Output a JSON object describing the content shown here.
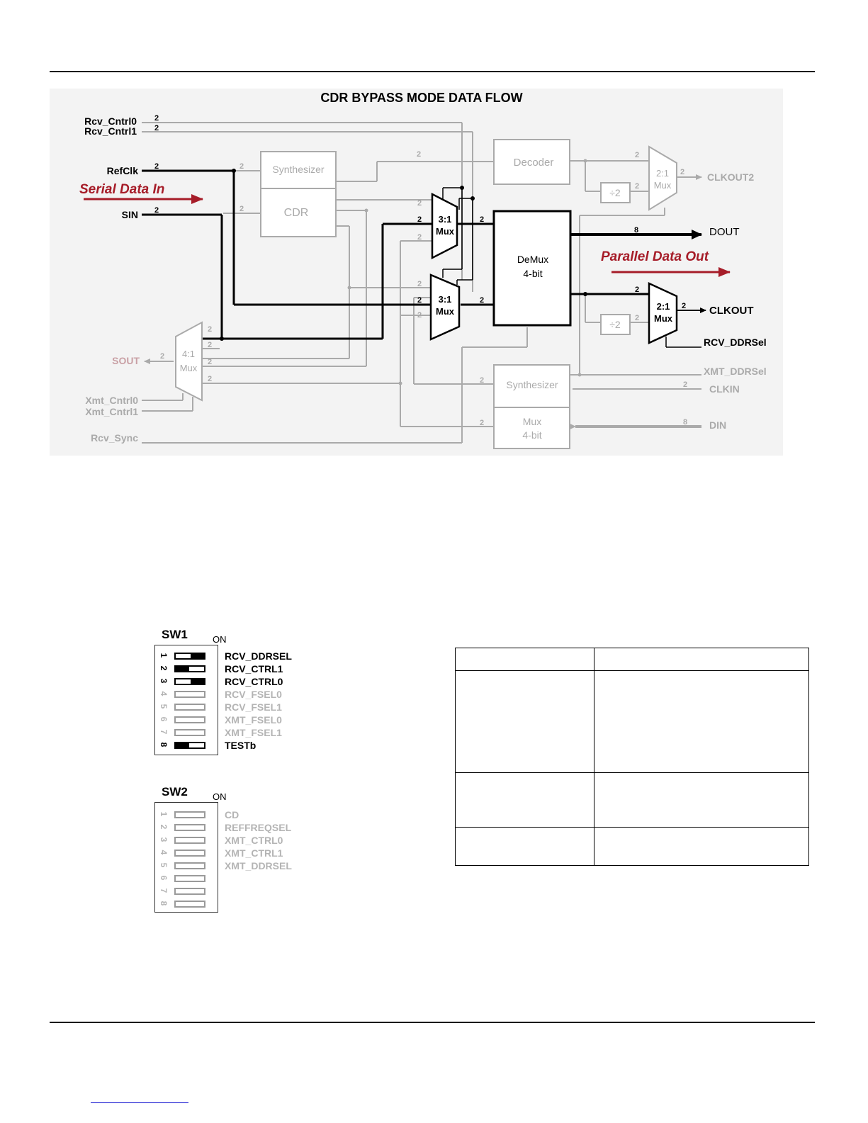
{
  "diagram": {
    "title": "CDR BYPASS MODE DATA FLOW",
    "signals": {
      "rcv_cntrl0": "Rcv_Cntrl0",
      "rcv_cntrl1": "Rcv_Cntrl1",
      "refclk": "RefClk",
      "serial_data_in": "Serial Data In",
      "sin": "SIN",
      "sout": "SOUT",
      "xmt_cntrl0": "Xmt_Cntrl0",
      "xmt_cntrl1": "Xmt_Cntrl1",
      "rcv_sync": "Rcv_Sync",
      "clkout2": "CLKOUT2",
      "dout": "DOUT",
      "parallel_data_out": "Parallel Data Out",
      "clkout": "CLKOUT",
      "rcv_ddrsel": "RCV_DDRSel",
      "xmt_ddrsel": "XMT_DDRSel",
      "clkin": "CLKIN",
      "din": "DIN"
    },
    "blocks": {
      "synthesizer_top": "Synthesizer",
      "cdr": "CDR",
      "decoder": "Decoder",
      "mux2_top": [
        "2:1",
        "Mux"
      ],
      "div2": "÷2",
      "mux3_top": [
        "3:1",
        "Mux"
      ],
      "mux3_bottom": [
        "3:1",
        "Mux"
      ],
      "demux": [
        "DeMux",
        "4-bit"
      ],
      "mux2_bottom": [
        "2:1",
        "Mux"
      ],
      "mux4": [
        "4:1",
        "Mux"
      ],
      "synthesizer_bottom": "Synthesizer",
      "mux4bit": [
        "Mux",
        "4-bit"
      ]
    },
    "bus_width_2": "2",
    "bus_width_8": "8",
    "colors": {
      "active": "#000000",
      "inactive": "#aaaaaa",
      "highlight": "#a61c28"
    }
  },
  "switches": {
    "on_label": "ON",
    "sw1": {
      "title": "SW1",
      "rows": [
        {
          "num": "1",
          "label": "RCV_DDRSEL",
          "state": "on",
          "active": true
        },
        {
          "num": "2",
          "label": "RCV_CTRL1",
          "state": "off",
          "active": true
        },
        {
          "num": "3",
          "label": "RCV_CTRL0",
          "state": "on",
          "active": true
        },
        {
          "num": "4",
          "label": "RCV_FSEL0",
          "state": "none",
          "active": false
        },
        {
          "num": "5",
          "label": "RCV_FSEL1",
          "state": "none",
          "active": false
        },
        {
          "num": "6",
          "label": "XMT_FSEL0",
          "state": "none",
          "active": false
        },
        {
          "num": "7",
          "label": "XMT_FSEL1",
          "state": "none",
          "active": false
        },
        {
          "num": "8",
          "label": "TESTb",
          "state": "off",
          "active": true
        }
      ]
    },
    "sw2": {
      "title": "SW2",
      "rows": [
        {
          "num": "1",
          "label": "CD",
          "state": "none",
          "active": false
        },
        {
          "num": "2",
          "label": "REFFREQSEL",
          "state": "none",
          "active": false
        },
        {
          "num": "3",
          "label": "XMT_CTRL0",
          "state": "none",
          "active": false
        },
        {
          "num": "4",
          "label": "XMT_CTRL1",
          "state": "none",
          "active": false
        },
        {
          "num": "5",
          "label": "XMT_DDRSEL",
          "state": "none",
          "active": false
        },
        {
          "num": "6",
          "label": "",
          "state": "none",
          "active": false
        },
        {
          "num": "7",
          "label": "",
          "state": "none",
          "active": false
        },
        {
          "num": "8",
          "label": "",
          "state": "none",
          "active": false
        }
      ]
    }
  }
}
